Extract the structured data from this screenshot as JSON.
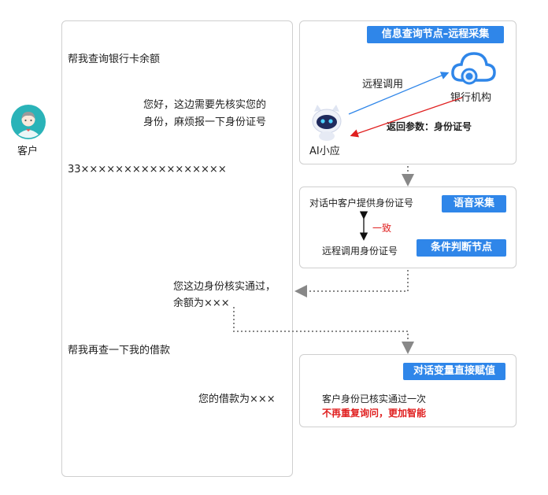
{
  "customer": {
    "label": "客户"
  },
  "chat": {
    "messages": [
      "帮我查询银行卡余额",
      "您好，这边需要先核实您的",
      "身份，麻烦报一下身份证号",
      "33×××××××××××××××××",
      "您这边身份核实通过，",
      "余额为×××",
      "帮我再查一下我的借款",
      "您的借款为×××"
    ]
  },
  "node1": {
    "title": "信息查询节点–远程采集",
    "remote_call": "远程调用",
    "bank": "银行机构",
    "return_param": "返回参数：身份证号",
    "robot_name": "AI小应"
  },
  "node2": {
    "provide": "对话中客户提供身份证号",
    "voice_tag": "语音采集",
    "consistent": "一致",
    "remote_id": "远程调用身份证号",
    "cond_tag": "条件判断节点"
  },
  "node3": {
    "tag": "对话变量直接赋值",
    "line1": "客户身份已核实通过一次",
    "line2": "不再重复询问，更加智能"
  },
  "colors": {
    "accent": "#2f86e9",
    "red": "#e02020",
    "avatar_bg": "#2ab3b8"
  }
}
